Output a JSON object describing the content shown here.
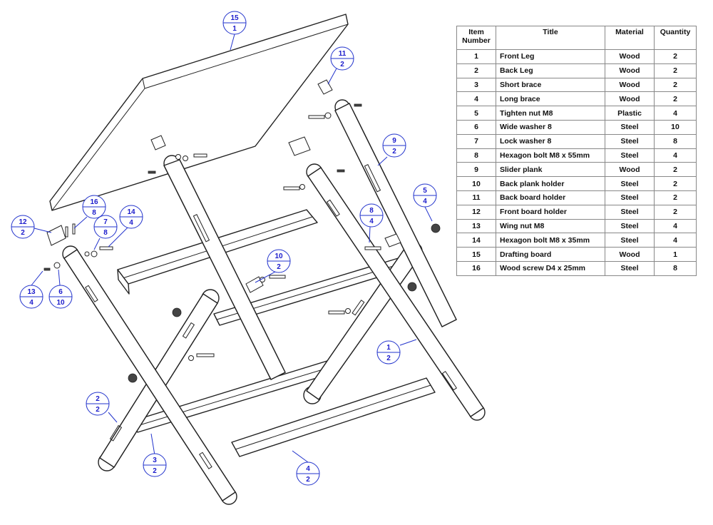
{
  "bom": {
    "headers": {
      "item": "Item\nNumber",
      "title": "Title",
      "material": "Material",
      "quantity": "Quantity"
    },
    "rows": [
      {
        "item": "1",
        "title": "Front Leg",
        "material": "Wood",
        "quantity": "2"
      },
      {
        "item": "2",
        "title": "Back Leg",
        "material": "Wood",
        "quantity": "2"
      },
      {
        "item": "3",
        "title": "Short brace",
        "material": "Wood",
        "quantity": "2"
      },
      {
        "item": "4",
        "title": "Long brace",
        "material": "Wood",
        "quantity": "2"
      },
      {
        "item": "5",
        "title": "Tighten nut  M8",
        "material": "Plastic",
        "quantity": "4"
      },
      {
        "item": "6",
        "title": "Wide washer 8",
        "material": "Steel",
        "quantity": "10"
      },
      {
        "item": "7",
        "title": "Lock washer 8",
        "material": "Steel",
        "quantity": "8"
      },
      {
        "item": "8",
        "title": "Hexagon bolt M8 x 55mm",
        "material": "Steel",
        "quantity": "4"
      },
      {
        "item": "9",
        "title": "Slider plank",
        "material": "Wood",
        "quantity": "2"
      },
      {
        "item": "10",
        "title": "Back plank holder",
        "material": "Steel",
        "quantity": "2"
      },
      {
        "item": "11",
        "title": "Back board holder",
        "material": "Steel",
        "quantity": "2"
      },
      {
        "item": "12",
        "title": "Front board holder",
        "material": "Steel",
        "quantity": "2"
      },
      {
        "item": "13",
        "title": "Wing nut M8",
        "material": "Steel",
        "quantity": "4"
      },
      {
        "item": "14",
        "title": "Hexagon bolt M8 x 35mm",
        "material": "Steel",
        "quantity": "4"
      },
      {
        "item": "15",
        "title": "Drafting board",
        "material": "Wood",
        "quantity": "1"
      },
      {
        "item": "16",
        "title": "Wood screw D4 x 25mm",
        "material": "Steel",
        "quantity": "8"
      }
    ]
  },
  "callouts": [
    {
      "item": "15",
      "qty": "1"
    },
    {
      "item": "11",
      "qty": "2"
    },
    {
      "item": "9",
      "qty": "2"
    },
    {
      "item": "16",
      "qty": "8"
    },
    {
      "item": "12",
      "qty": "2"
    },
    {
      "item": "7",
      "qty": "8"
    },
    {
      "item": "14",
      "qty": "4"
    },
    {
      "item": "5",
      "qty": "4"
    },
    {
      "item": "8",
      "qty": "4"
    },
    {
      "item": "10",
      "qty": "2"
    },
    {
      "item": "13",
      "qty": "4"
    },
    {
      "item": "6",
      "qty": "10"
    },
    {
      "item": "1",
      "qty": "2"
    },
    {
      "item": "2",
      "qty": "2"
    },
    {
      "item": "3",
      "qty": "2"
    },
    {
      "item": "4",
      "qty": "2"
    }
  ],
  "colors": {
    "callout": "#2233cc",
    "line": "#222222"
  }
}
